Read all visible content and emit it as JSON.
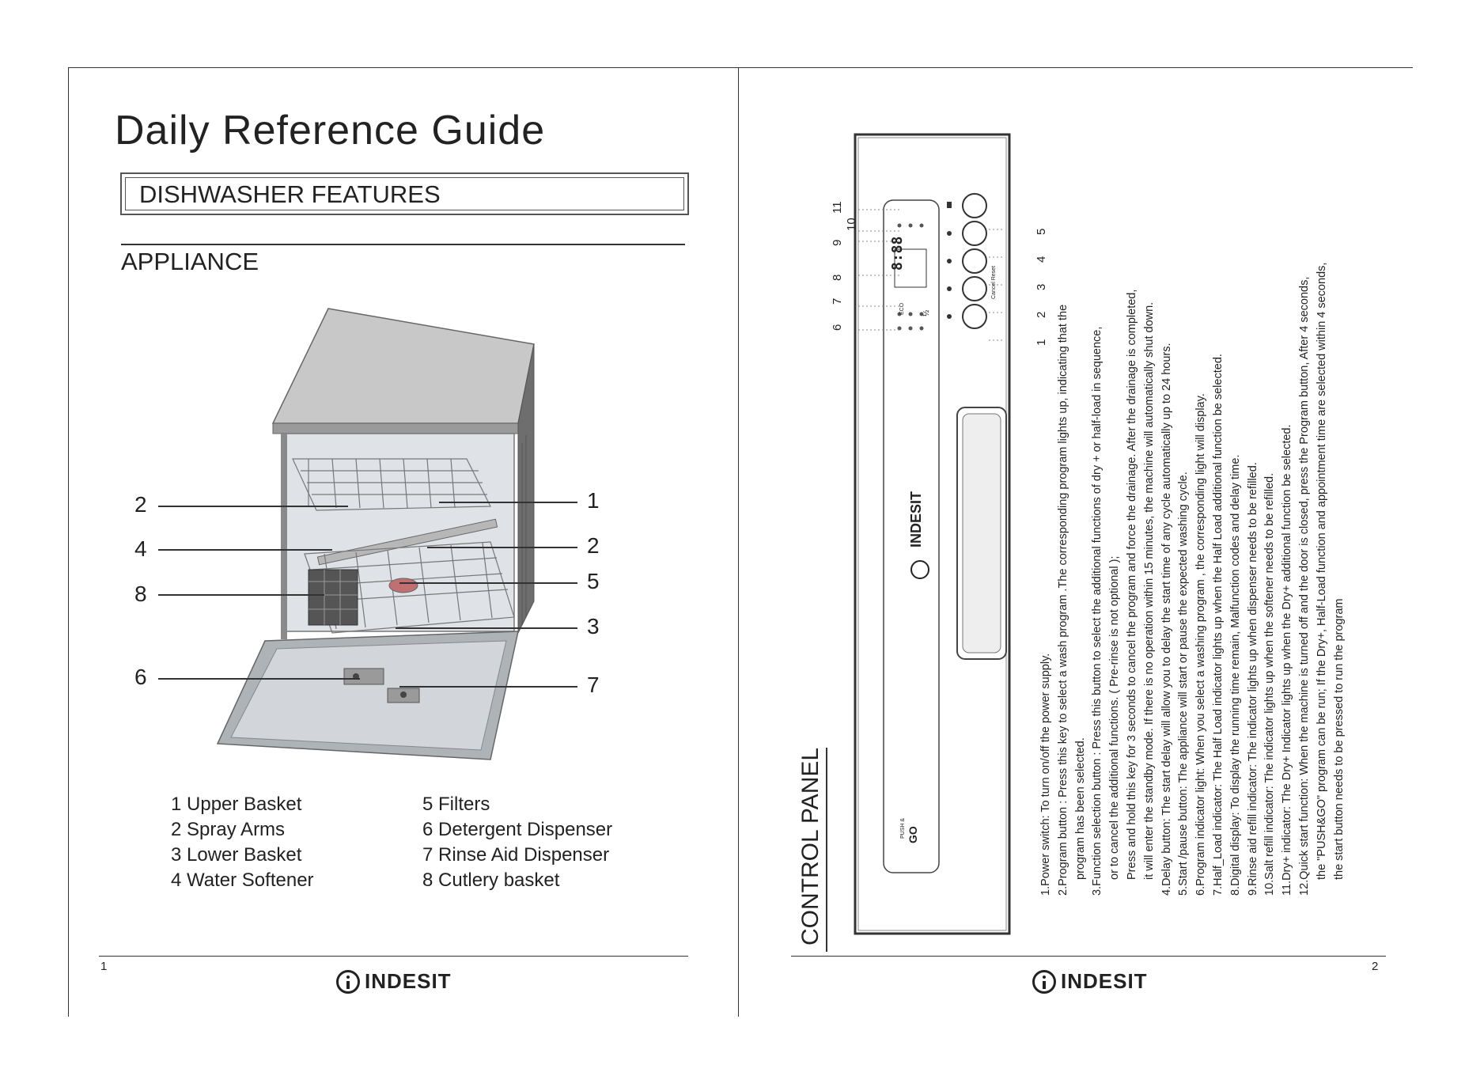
{
  "left_page": {
    "title": "Daily Reference Guide",
    "section_box": "DISHWASHER FEATURES",
    "subsection": "APPLIANCE",
    "callouts_left": [
      "2",
      "4",
      "8",
      "6"
    ],
    "callouts_right": [
      "1",
      "2",
      "5",
      "3",
      "7"
    ],
    "legend_col1": [
      "1 Upper Basket",
      "2 Spray Arms",
      "3 Lower Basket",
      "4 Water Softener"
    ],
    "legend_col2": [
      "5 Filters",
      "6 Detergent Dispenser",
      "7 Rinse Aid Dispenser",
      "8 Cutlery basket"
    ],
    "page_number": "1",
    "brand": "INDESIT"
  },
  "right_page": {
    "title": "CONTROL PANEL",
    "panel_numbers_top": [
      "6",
      "7",
      "8",
      "9",
      "10",
      "11"
    ],
    "panel_numbers_bottom": [
      "1",
      "2",
      "3",
      "4",
      "5"
    ],
    "panel_display": "8:88",
    "panel_labels": {
      "eco": "ECO",
      "cancel_reset": "Cancel Reset",
      "half": "½",
      "push": "PUSH &",
      "go": "GO"
    },
    "instructions": [
      "1.Power switch: To turn on/off the power supply.",
      "2.Program button : Press this key to select a wash program .The corresponding program lights up, indicating that the",
      "program has been selected.",
      "3.Function selection button : Press this button to select the additional functions of dry + or half-load in sequence,",
      "or to cancel the additional functions. ( Pre-rinse is not optional );",
      "Press and hold this key for 3 seconds to cancel the program and force the drainage. After the drainage is completed,",
      "it will enter the standby mode.  If there is no operation within 15 minutes, the machine will automatically shut down.",
      "4.Delay button: The start delay will allow you to delay the start  time of any cycle automatically up to 24 hours.",
      "5.Start /pause button: The appliance will start or pause the expected washing cycle.",
      "6.Program indicator light: When you select a washing program , the corresponding light will display.",
      "7.Half_Load indicator: The Half Load indicator lights up when the Half Load additional function be selected.",
      "8.Digital display: To display the running time remain, Malfunction codes and delay time.",
      "9.Rinse aid refill indicator: The indicator lights up when dispenser needs to be refilled.",
      "10.Salt refill indicator: The indicator lights up when the softener needs to be refilled.",
      "11.Dry+ indicator: The Dry+ Indicator lights up when the Dry+ additional function be selected.",
      "12.Quick start function:   When the machine is turned off and the door is closed, press the Program button, After 4 seconds,",
      "the \"PUSH&GO\" program can be run; If the Dry+, Half-Load function and appointment time are selected within 4 seconds,",
      "the start button needs to be pressed to run the program"
    ],
    "page_number": "2",
    "brand": "INDESIT"
  }
}
